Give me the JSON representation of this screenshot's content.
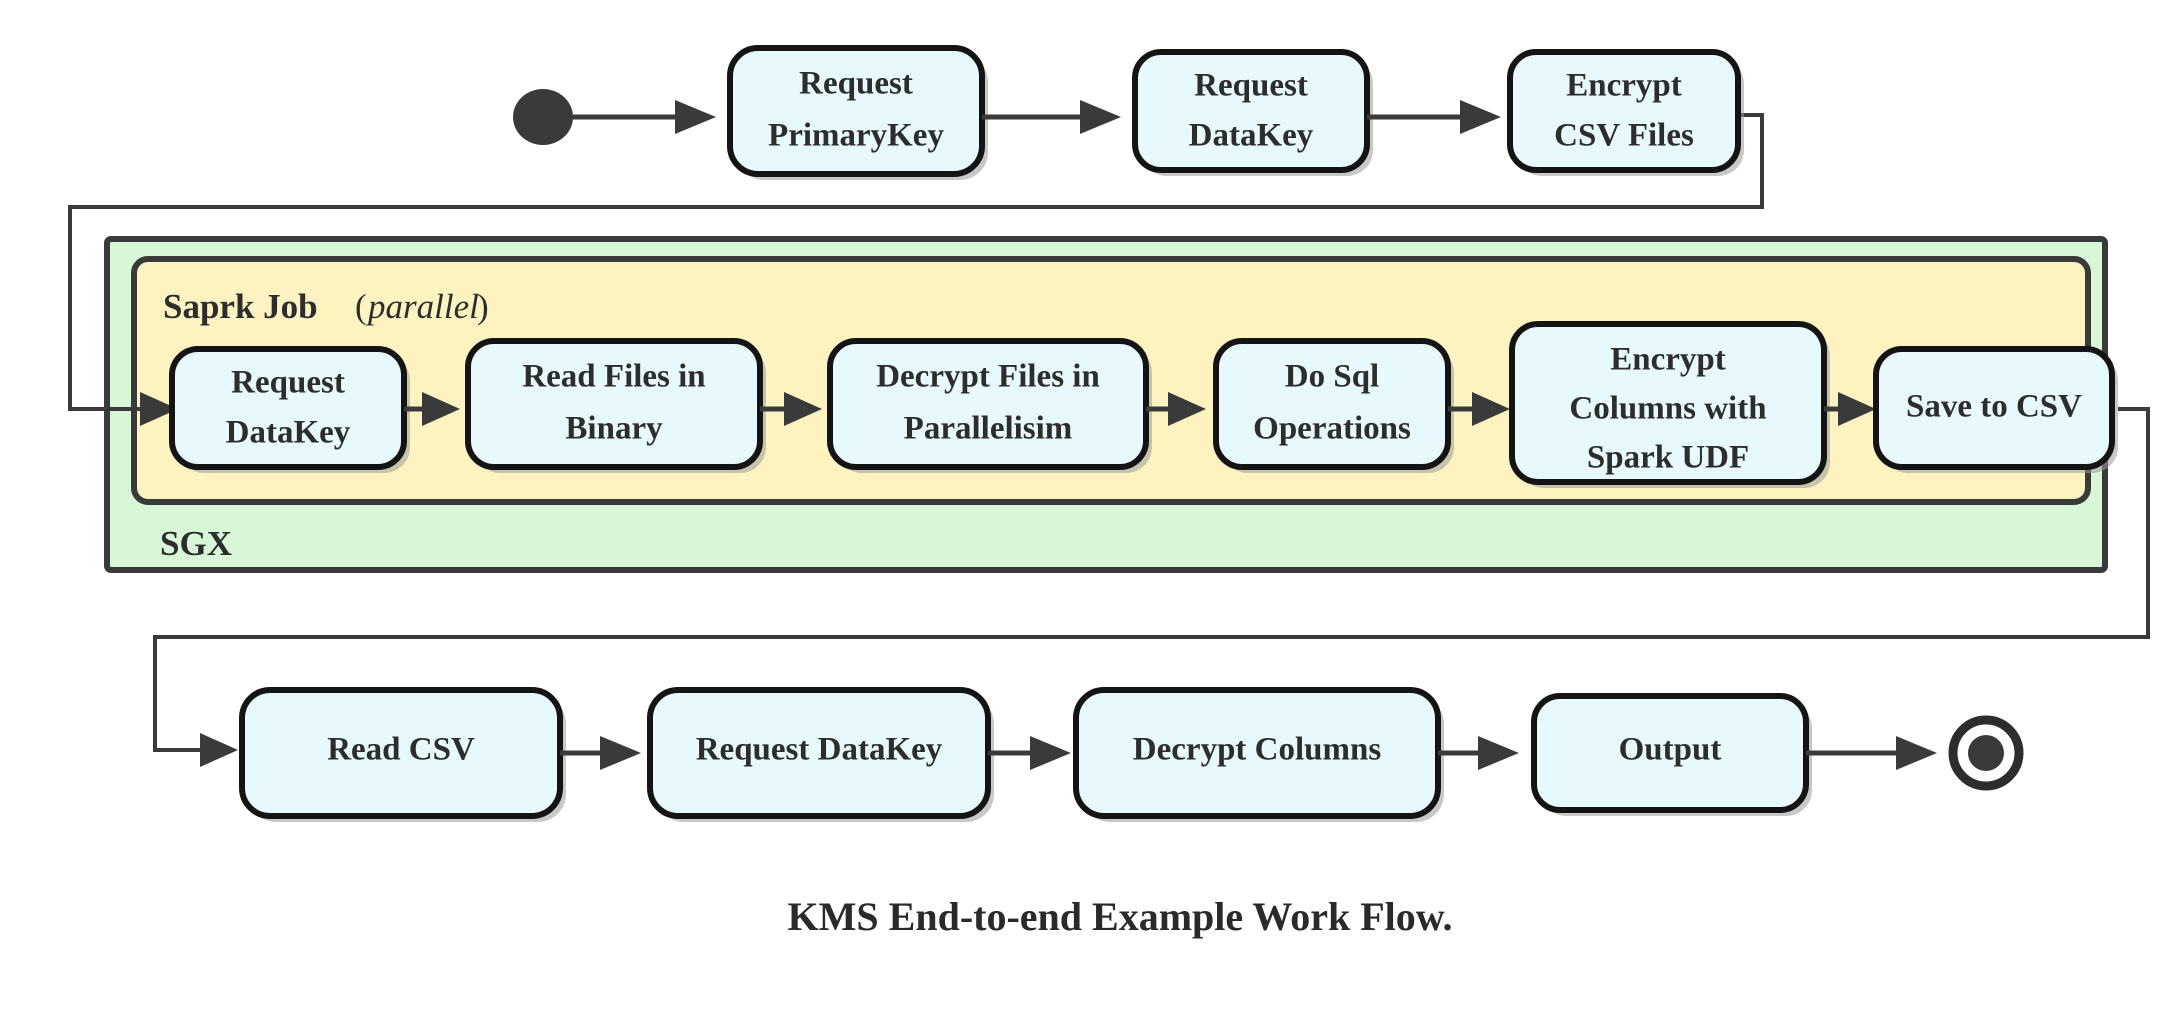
{
  "diagram": {
    "title": "KMS End-to-end Example Work Flow.",
    "type": "uml-activity-flowchart",
    "colors": {
      "node_fill": "#e7f9fc",
      "node_stroke": "#141414",
      "outer_container_fill": "#d7f7d8",
      "inner_container_fill": "#fcf3c1",
      "container_stroke": "#3a3a3a",
      "edge_stroke": "#3a3a3a",
      "text": "#2d2d2d",
      "background": "#ffffff"
    },
    "markers": {
      "start_node": "filled-circle",
      "end_node": "ring-with-filled-center"
    },
    "rows": {
      "top": {
        "nodes": [
          {
            "id": "request-primarykey",
            "lines": [
              "Request",
              "PrimaryKey"
            ]
          },
          {
            "id": "request-datakey-top",
            "lines": [
              "Request",
              "DataKey"
            ]
          },
          {
            "id": "encrypt-csv-files",
            "lines": [
              "Encrypt",
              "CSV Files"
            ]
          }
        ]
      },
      "middle": {
        "outer_container_label": "SGX",
        "inner_container_label_bold": "Saprk Job",
        "inner_container_label_italic": "parallel",
        "inner_container_label_open_paren": "(",
        "inner_container_label_close_paren": ")",
        "nodes": [
          {
            "id": "request-datakey-spark",
            "lines": [
              "Request",
              "DataKey"
            ]
          },
          {
            "id": "read-files-in-binary",
            "lines": [
              "Read Files in",
              "Binary"
            ]
          },
          {
            "id": "decrypt-files-in-parallelisim",
            "lines": [
              "Decrypt Files in",
              "Parallelisim"
            ]
          },
          {
            "id": "do-sql-operations",
            "lines": [
              "Do Sql",
              "Operations"
            ]
          },
          {
            "id": "encrypt-columns-with-spark-udf",
            "lines": [
              "Encrypt",
              "Columns with",
              "Spark UDF"
            ]
          },
          {
            "id": "save-to-csv",
            "lines": [
              "Save to CSV"
            ]
          }
        ]
      },
      "bottom": {
        "nodes": [
          {
            "id": "read-csv",
            "lines": [
              "Read CSV"
            ]
          },
          {
            "id": "request-datakey-bottom",
            "lines": [
              "Request DataKey"
            ]
          },
          {
            "id": "decrypt-columns",
            "lines": [
              "Decrypt Columns"
            ]
          },
          {
            "id": "output",
            "lines": [
              "Output"
            ]
          }
        ]
      }
    }
  }
}
